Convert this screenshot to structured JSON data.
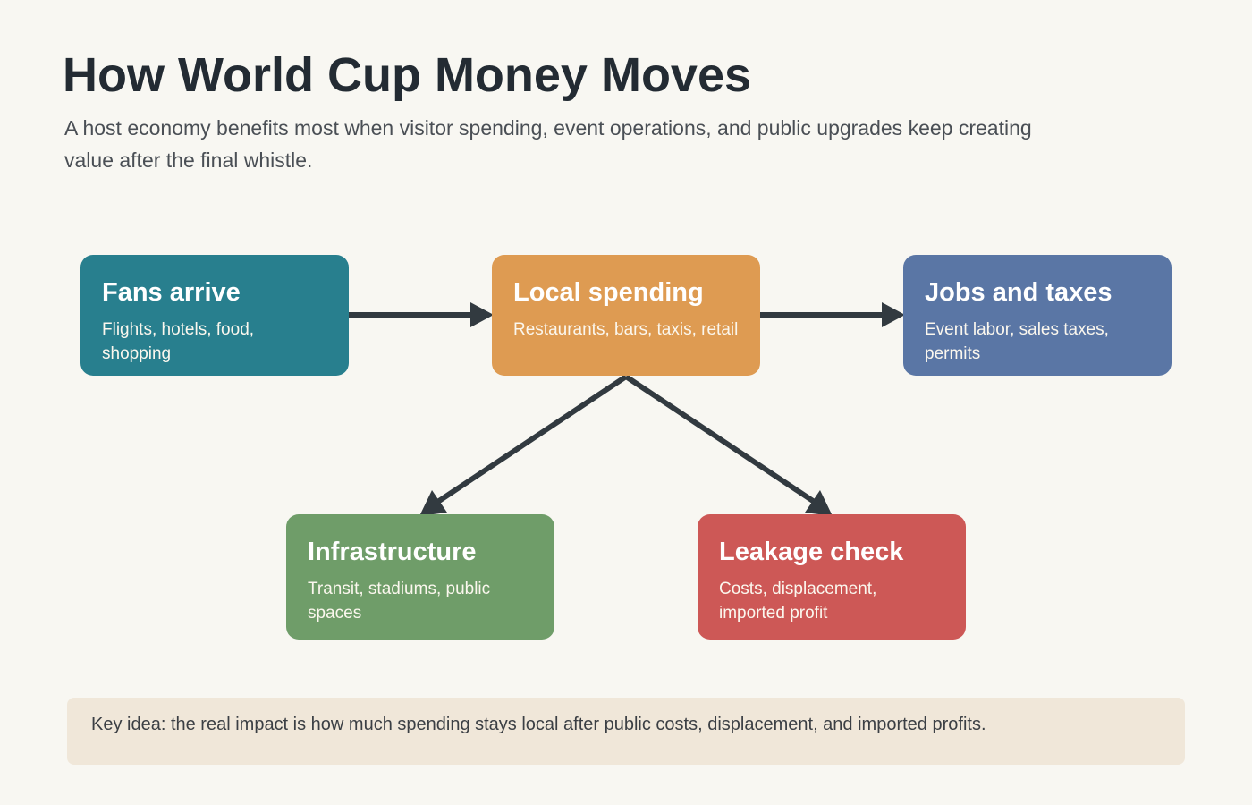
{
  "page": {
    "title": "How World Cup Money Moves",
    "subtitle": "A host economy benefits most when visitor spending, event operations, and public upgrades keep creating value after the final whistle."
  },
  "nodes": [
    {
      "id": "fans",
      "title": "Fans arrive",
      "desc": "Flights, hotels, food, shopping",
      "color": "#287f8e"
    },
    {
      "id": "local",
      "title": "Local spending",
      "desc": "Restaurants, bars, taxis, retail",
      "color": "#de9b52"
    },
    {
      "id": "jobs",
      "title": "Jobs and taxes",
      "desc": "Event labor, sales taxes, permits",
      "color": "#5a76a5"
    },
    {
      "id": "infra",
      "title": "Infrastructure",
      "desc": "Transit, stadiums, public spaces",
      "color": "#6f9d69"
    },
    {
      "id": "leak",
      "title": "Leakage check",
      "desc": "Costs, displacement, imported profit",
      "color": "#cd5856"
    }
  ],
  "connections": [
    {
      "from": "Fans arrive",
      "to": "Local spending"
    },
    {
      "from": "Local spending",
      "to": "Jobs and taxes"
    },
    {
      "from": "Local spending",
      "to": "Infrastructure"
    },
    {
      "from": "Local spending",
      "to": "Leakage check"
    }
  ],
  "colors": {
    "background": "#f8f7f2",
    "arrow": "#323a40",
    "note_background": "#f0e7d9"
  },
  "note": {
    "text": "Key idea: the real impact is how much spending stays local after public costs, displacement, and imported profits."
  }
}
